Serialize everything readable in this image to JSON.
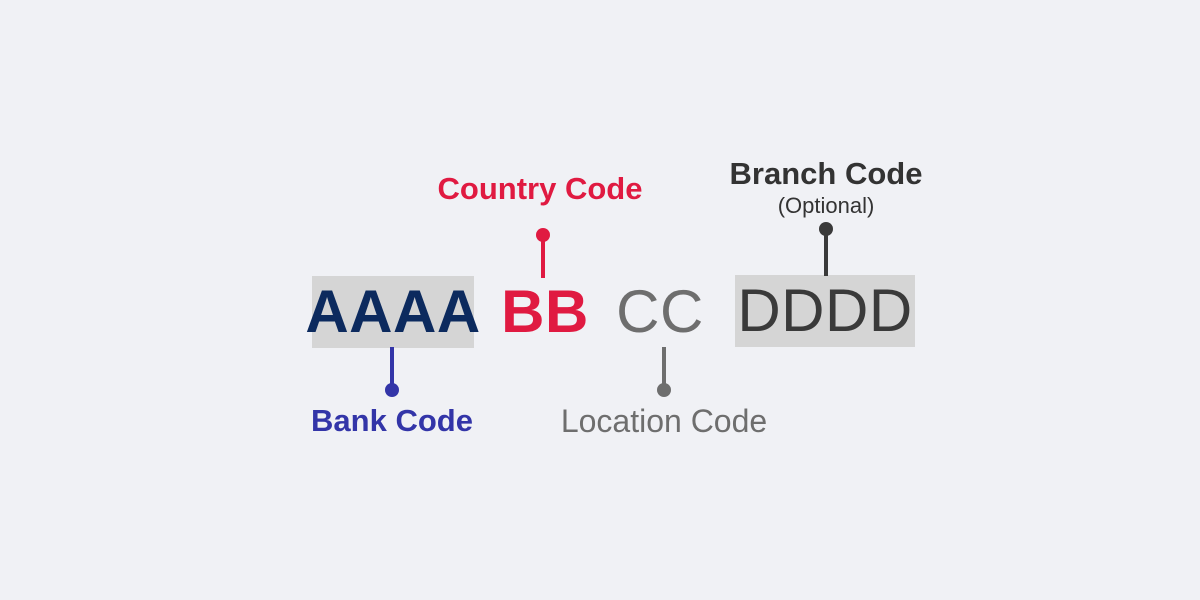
{
  "background_color": "#F0F1F5",
  "diagram": {
    "type": "swift-bic-code-structure",
    "segments": [
      {
        "id": "bank",
        "glyphs": "AAAA",
        "length": 4,
        "color": "#0C2A5E",
        "highlighted": true,
        "highlight_color": "#D5D5D5",
        "bold": true
      },
      {
        "id": "country",
        "glyphs": "BB",
        "length": 2,
        "color": "#E01A41",
        "highlighted": false,
        "bold": true
      },
      {
        "id": "location",
        "glyphs": "CC",
        "length": 2,
        "color": "#6E6E6E",
        "highlighted": false,
        "bold": false
      },
      {
        "id": "branch",
        "glyphs": "DDDD",
        "length": 4,
        "color": "#3A3A3A",
        "highlighted": true,
        "highlight_color": "#D5D5D5",
        "bold": false
      }
    ],
    "labels": {
      "country": {
        "title": "Country Code",
        "color": "#E01A41",
        "position": "above"
      },
      "branch": {
        "title": "Branch Code",
        "subtitle": "(Optional)",
        "color": "#333333",
        "position": "above"
      },
      "bank": {
        "title": "Bank Code",
        "color": "#3335A8",
        "position": "below"
      },
      "location": {
        "title": "Location Code",
        "color": "#6E6E6E",
        "position": "below"
      }
    }
  }
}
